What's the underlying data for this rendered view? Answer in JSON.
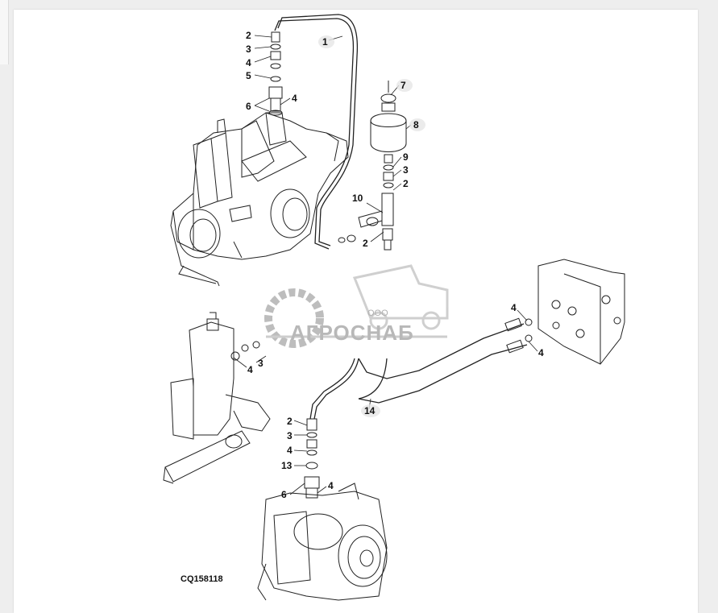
{
  "figure_code": "CQ158118",
  "watermark": {
    "small": "ООО",
    "brand": "АГРОСНАБ"
  },
  "callouts": [
    "1",
    "2",
    "3",
    "4",
    "5",
    "6",
    "4",
    "7",
    "8",
    "9",
    "3",
    "2",
    "10",
    "2",
    "4",
    "3",
    "4",
    "4",
    "14",
    "2",
    "3",
    "4",
    "13",
    "6",
    "4"
  ]
}
